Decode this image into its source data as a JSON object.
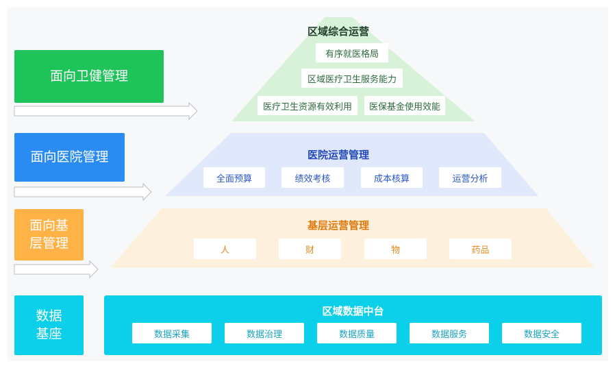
{
  "colors": {
    "green": "#1ec35a",
    "blue": "#2a8cf2",
    "orange": "#ffb347",
    "teal": "#0ccfe9",
    "top_layer": "#d7f2d9",
    "mid_layer": "#e0e9fb",
    "low_layer": "#fdf0dc"
  },
  "side": {
    "health_mgmt": "面向卫健管理",
    "hospital_mgmt": "面向医院管理",
    "grassroots_mgmt_line1": "面向基",
    "grassroots_mgmt_line2": "层管理",
    "data_base_line1": "数据",
    "data_base_line2": "基座"
  },
  "pyramid": {
    "top": {
      "title": "区域综合运营",
      "items": [
        "有序就医格局",
        "区域医疗卫生服务能力",
        "医疗卫生资源有效利用",
        "医保基金使用效能"
      ]
    },
    "middle": {
      "title": "医院运营管理",
      "items": [
        "全面预算",
        "绩效考核",
        "成本核算",
        "运营分析"
      ]
    },
    "bottom": {
      "title": "基层运营管理",
      "items": [
        "人",
        "财",
        "物",
        "药品"
      ]
    }
  },
  "base": {
    "title": "区域数据中台",
    "items": [
      "数据采集",
      "数据治理",
      "数据质量",
      "数据服务",
      "数据安全"
    ]
  }
}
